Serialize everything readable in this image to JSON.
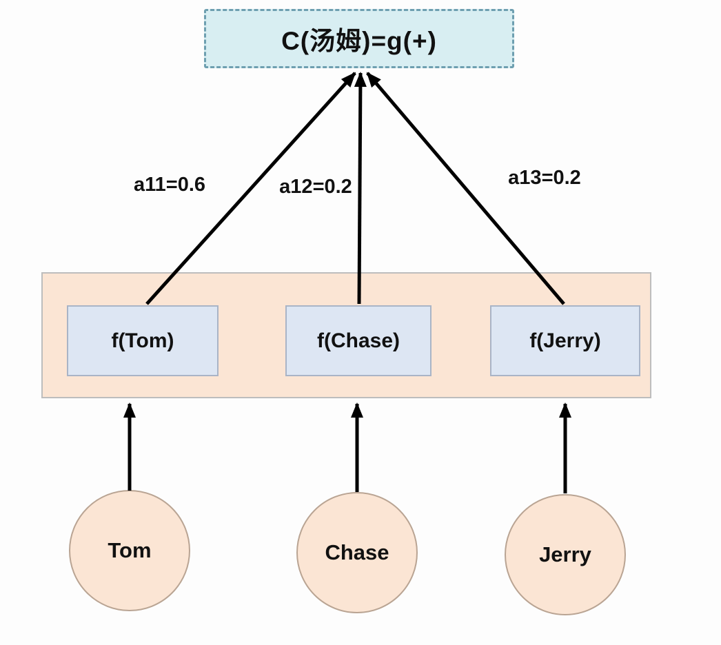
{
  "diagram": {
    "output_box": {
      "label": "C(汤姆)=g(+)"
    },
    "weights": [
      {
        "label": "a11=0.6"
      },
      {
        "label": "a12=0.2"
      },
      {
        "label": "a13=0.2"
      }
    ],
    "feature_boxes": [
      {
        "label": "f(Tom)"
      },
      {
        "label": "f(Chase)"
      },
      {
        "label": "f(Jerry)"
      }
    ],
    "input_nodes": [
      {
        "label": "Tom"
      },
      {
        "label": "Chase"
      },
      {
        "label": "Jerry"
      }
    ],
    "colors": {
      "output_box_bg": "#d8eef2",
      "output_box_border": "#6e9fb0",
      "container_bg": "#fbe5d4",
      "feature_box_bg": "#dde6f3",
      "node_bg": "#fbe5d4",
      "arrow": "#000000"
    }
  }
}
